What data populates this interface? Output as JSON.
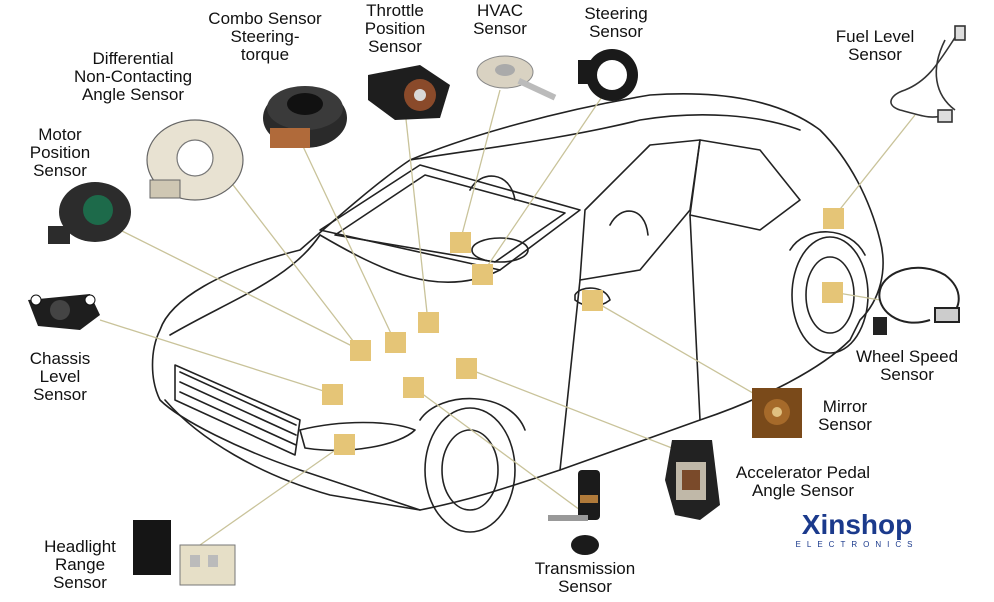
{
  "labels": {
    "combo": "Combo Sensor\nSteering-\ntorque",
    "throttle": "Throttle\nPosition\nSensor",
    "hvac": "HVAC\nSensor",
    "steering": "Steering\nSensor",
    "fuel": "Fuel Level\nSensor",
    "differential": "Differential\nNon-Contacting\nAngle Sensor",
    "motor": "Motor\nPosition\nSensor",
    "chassis": "Chassis\nLevel\nSensor",
    "headlight": "Headlight\nRange\nSensor",
    "transmission": "Transmission\nSensor",
    "accelerator": "Accelerator Pedal\nAngle Sensor",
    "mirror": "Mirror\nSensor",
    "wheel": "Wheel Speed\nSensor"
  },
  "logo": {
    "brand": "Xinshop",
    "sub": "ELECTRONICS"
  },
  "colors": {
    "marker": "#e5c577",
    "line": "#c9c39a",
    "outline": "#222222",
    "brand": "#1b3a8c"
  }
}
